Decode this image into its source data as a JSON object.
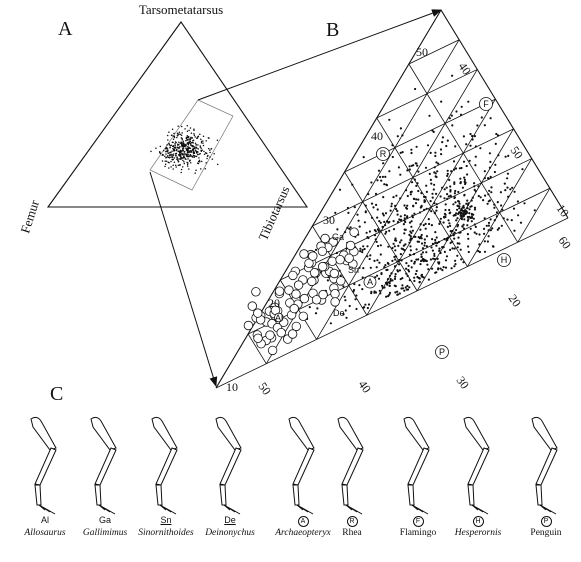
{
  "panels": {
    "a": "A",
    "b": "B",
    "c": "C"
  },
  "ternary": {
    "vertex_top": "Tarsometatarsus",
    "vertex_left": "Femur",
    "vertex_right": "Tibiotarsus"
  },
  "ternary_b": {
    "left_axis_ticks": [
      "10",
      "20",
      "30",
      "40",
      "50"
    ],
    "bottom_axis_ticks": [
      "50",
      "40",
      "30"
    ],
    "diag_axis_ticks": [
      "40",
      "50"
    ],
    "right_axis_ticks": [
      "10",
      "60",
      "20"
    ]
  },
  "taxa": [
    {
      "abbr": "Al",
      "name": "Allosaurus",
      "italic": true,
      "abbr_style": "plain"
    },
    {
      "abbr": "Ga",
      "name": "Gallimimus",
      "italic": true,
      "abbr_style": "plain"
    },
    {
      "abbr": "Sn",
      "name": "Sinornithoides",
      "italic": true,
      "abbr_style": "underline"
    },
    {
      "abbr": "De",
      "name": "Deinonychus",
      "italic": true,
      "abbr_style": "underline"
    },
    {
      "abbr": "A",
      "name": "Archaeopteryx",
      "italic": true,
      "abbr_style": "circled"
    },
    {
      "abbr": "R",
      "name": "Rhea",
      "italic": false,
      "abbr_style": "circled"
    },
    {
      "abbr": "F",
      "name": "Flamingo",
      "italic": false,
      "abbr_style": "circled"
    },
    {
      "abbr": "H",
      "name": "Hesperornis",
      "italic": true,
      "abbr_style": "circled"
    },
    {
      "abbr": "P",
      "name": "Penguin",
      "italic": false,
      "abbr_style": "circled"
    }
  ],
  "b_markers": {
    "Ga": "Ga",
    "Al": "Al",
    "De": "De",
    "A": "A",
    "R": "R",
    "F": "F",
    "H": "H",
    "P": "P",
    "Sn": "Sn"
  },
  "colors": {
    "ink": "#111111",
    "paper": "#ffffff"
  }
}
